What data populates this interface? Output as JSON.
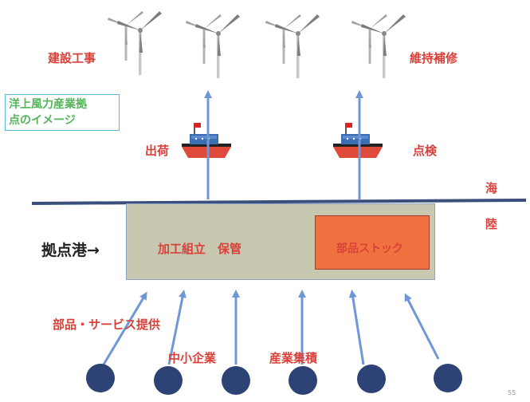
{
  "labels": {
    "construction": "建設工事",
    "maintenance": "維持補修",
    "base_image": "洋上風力産業拠\n点のイメージ",
    "shipping": "出荷",
    "inspection": "点検",
    "sea": "海",
    "land": "陸",
    "port": "拠点港→",
    "processing": "加工組立　保管",
    "parts_stock": "部品ストック",
    "parts_services": "部品・サービス提供",
    "sme": "中小企業",
    "industry_cluster": "産業集積"
  },
  "page_number": "55",
  "colors": {
    "red_text": "#d9413a",
    "green_text": "#55b45a",
    "arrow_blue": "#6f97d6",
    "node_navy": "#2d4275",
    "sea_line": "#3a4f7a",
    "warehouse": "#c8c8b0",
    "stock": "#ef7240"
  }
}
